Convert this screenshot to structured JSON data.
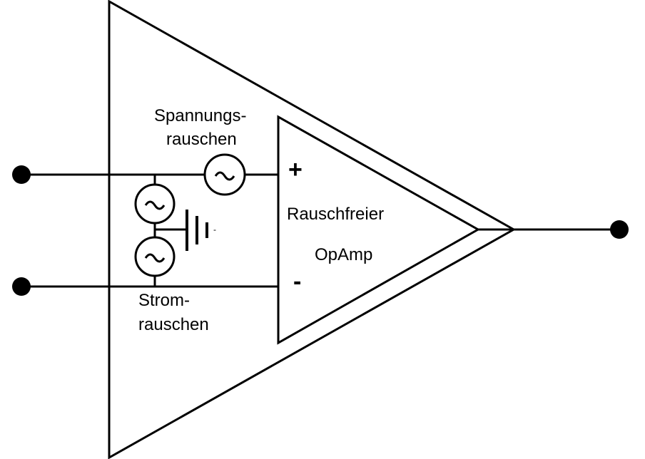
{
  "labels": {
    "voltage_noise_line1": "Spannungs-",
    "voltage_noise_line2": "rauschen",
    "current_noise_line1": "Strom-",
    "current_noise_line2": "rauschen",
    "opamp_line1": "Rauschfreier",
    "opamp_line2": "OpAmp",
    "plus": "+",
    "minus": "-",
    "ground_mark": "-",
    "tilde": "~"
  },
  "icons": {
    "noise_source": "ac-source-icon",
    "ground": "ground-icon",
    "terminal": "terminal-dot-icon"
  },
  "colors": {
    "stroke": "#000000",
    "background": "#ffffff"
  }
}
